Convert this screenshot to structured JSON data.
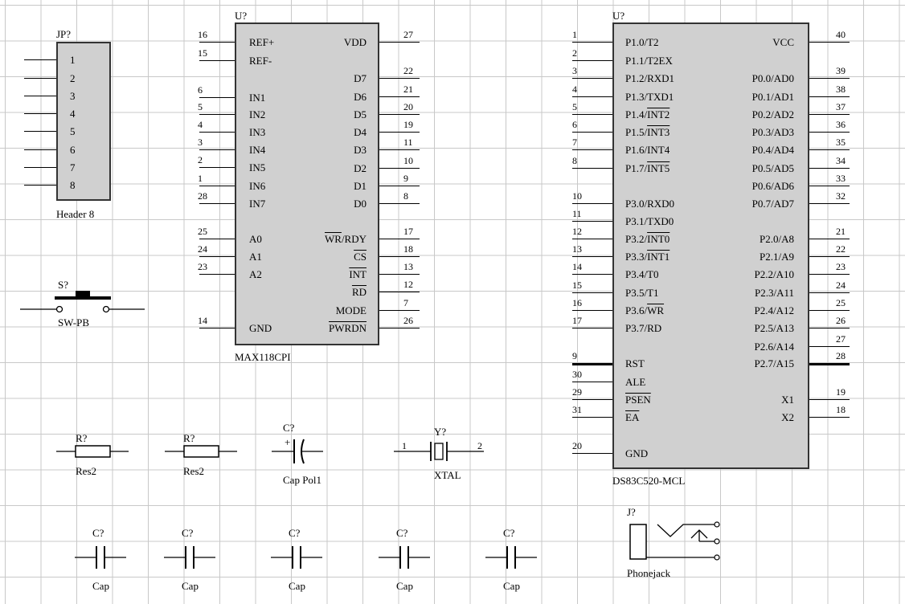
{
  "jp": {
    "des": "JP?",
    "comment": "Header 8",
    "pins": [
      "1",
      "2",
      "3",
      "4",
      "5",
      "6",
      "7",
      "8"
    ]
  },
  "sw": {
    "des": "S?",
    "comment": "SW-PB"
  },
  "adc": {
    "des": "U?",
    "comment": "MAX118CPI",
    "left": [
      {
        "num": "16",
        "name": "REF+",
        "ol": ""
      },
      {
        "num": "15",
        "name": "REF-",
        "ol": ""
      },
      {
        "num": "6",
        "name": "IN1",
        "ol": ""
      },
      {
        "num": "5",
        "name": "IN2",
        "ol": ""
      },
      {
        "num": "4",
        "name": "IN3",
        "ol": ""
      },
      {
        "num": "3",
        "name": "IN4",
        "ol": ""
      },
      {
        "num": "2",
        "name": "IN5",
        "ol": ""
      },
      {
        "num": "1",
        "name": "IN6",
        "ol": ""
      },
      {
        "num": "28",
        "name": "IN7",
        "ol": ""
      },
      {
        "num": "25",
        "name": "A0",
        "ol": ""
      },
      {
        "num": "24",
        "name": "A1",
        "ol": ""
      },
      {
        "num": "23",
        "name": "A2",
        "ol": ""
      },
      {
        "num": "14",
        "name": "GND",
        "ol": ""
      }
    ],
    "right": [
      {
        "num": "27",
        "name": "VDD",
        "pre": "",
        "ol": ""
      },
      {
        "num": "22",
        "name": "D7",
        "pre": "",
        "ol": ""
      },
      {
        "num": "21",
        "name": "D6",
        "pre": "",
        "ol": ""
      },
      {
        "num": "20",
        "name": "D5",
        "pre": "",
        "ol": ""
      },
      {
        "num": "19",
        "name": "D4",
        "pre": "",
        "ol": ""
      },
      {
        "num": "11",
        "name": "D3",
        "pre": "",
        "ol": ""
      },
      {
        "num": "10",
        "name": "D2",
        "pre": "",
        "ol": ""
      },
      {
        "num": "9",
        "name": "D1",
        "pre": "",
        "ol": ""
      },
      {
        "num": "8",
        "name": "D0",
        "pre": "",
        "ol": ""
      },
      {
        "num": "17",
        "name": "/RDY",
        "pre": "",
        "ol": "WR"
      },
      {
        "num": "18",
        "name": "",
        "pre": "",
        "ol": "CS"
      },
      {
        "num": "13",
        "name": "",
        "pre": "",
        "ol": "INT"
      },
      {
        "num": "12",
        "name": "",
        "pre": "",
        "ol": "RD"
      },
      {
        "num": "7",
        "name": "MODE",
        "pre": "",
        "ol": ""
      },
      {
        "num": "26",
        "name": "",
        "pre": "",
        "ol": "PWRDN"
      }
    ]
  },
  "mcu": {
    "des": "U?",
    "comment": "DS83C520-MCL",
    "left": [
      {
        "num": "1",
        "pre": "P1.0/T2",
        "ol": ""
      },
      {
        "num": "2",
        "pre": "P1.1/T2EX",
        "ol": ""
      },
      {
        "num": "3",
        "pre": "P1.2/RXD1",
        "ol": ""
      },
      {
        "num": "4",
        "pre": "P1.3/TXD1",
        "ol": ""
      },
      {
        "num": "5",
        "pre": "P1.4/",
        "ol": "INT2"
      },
      {
        "num": "6",
        "pre": "P1.5/",
        "ol": "INT3"
      },
      {
        "num": "7",
        "pre": "P1.6/INT4",
        "ol": ""
      },
      {
        "num": "8",
        "pre": "P1.7/",
        "ol": "INT5"
      },
      {
        "num": "10",
        "pre": "P3.0/RXD0",
        "ol": ""
      },
      {
        "num": "11",
        "pre": "P3.1/TXD0",
        "ol": ""
      },
      {
        "num": "12",
        "pre": "P3.2/",
        "ol": "INT0"
      },
      {
        "num": "13",
        "pre": "P3.3/",
        "ol": "INT1"
      },
      {
        "num": "14",
        "pre": "P3.4/T0",
        "ol": ""
      },
      {
        "num": "15",
        "pre": "P3.5/T1",
        "ol": ""
      },
      {
        "num": "16",
        "pre": "P3.6/",
        "ol": "WR"
      },
      {
        "num": "17",
        "pre": "P3.7/RD",
        "ol": ""
      },
      {
        "num": "9",
        "pre": "RST",
        "ol": ""
      },
      {
        "num": "30",
        "pre": "ALE",
        "ol": ""
      },
      {
        "num": "29",
        "pre": "",
        "ol": "PSEN"
      },
      {
        "num": "31",
        "pre": "",
        "ol": "EA"
      },
      {
        "num": "20",
        "pre": "GND",
        "ol": ""
      }
    ],
    "right": [
      {
        "num": "40",
        "name": "VCC"
      },
      {
        "num": "39",
        "name": "P0.0/AD0"
      },
      {
        "num": "38",
        "name": "P0.1/AD1"
      },
      {
        "num": "37",
        "name": "P0.2/AD2"
      },
      {
        "num": "36",
        "name": "P0.3/AD3"
      },
      {
        "num": "35",
        "name": "P0.4/AD4"
      },
      {
        "num": "34",
        "name": "P0.5/AD5"
      },
      {
        "num": "33",
        "name": "P0.6/AD6"
      },
      {
        "num": "32",
        "name": "P0.7/AD7"
      },
      {
        "num": "21",
        "name": "P2.0/A8"
      },
      {
        "num": "22",
        "name": "P2.1/A9"
      },
      {
        "num": "23",
        "name": "P2.2/A10"
      },
      {
        "num": "24",
        "name": "P2.3/A11"
      },
      {
        "num": "25",
        "name": "P2.4/A12"
      },
      {
        "num": "26",
        "name": "P2.5/A13"
      },
      {
        "num": "27",
        "name": "P2.6/A14"
      },
      {
        "num": "28",
        "name": "P2.7/A15"
      },
      {
        "num": "19",
        "name": "X1"
      },
      {
        "num": "18",
        "name": "X2"
      }
    ]
  },
  "parts": {
    "r1": {
      "des": "R?",
      "comment": "Res2"
    },
    "r2": {
      "des": "R?",
      "comment": "Res2"
    },
    "cpol": {
      "des": "C?",
      "comment": "Cap Pol1",
      "plus": "+"
    },
    "xtal": {
      "des": "Y?",
      "comment": "XTAL",
      "pin1": "1",
      "pin2": "2"
    },
    "caps": [
      {
        "des": "C?",
        "comment": "Cap"
      },
      {
        "des": "C?",
        "comment": "Cap"
      },
      {
        "des": "C?",
        "comment": "Cap"
      },
      {
        "des": "C?",
        "comment": "Cap"
      },
      {
        "des": "C?",
        "comment": "Cap"
      }
    ],
    "jack": {
      "des": "J?",
      "comment": "Phonejack"
    }
  }
}
